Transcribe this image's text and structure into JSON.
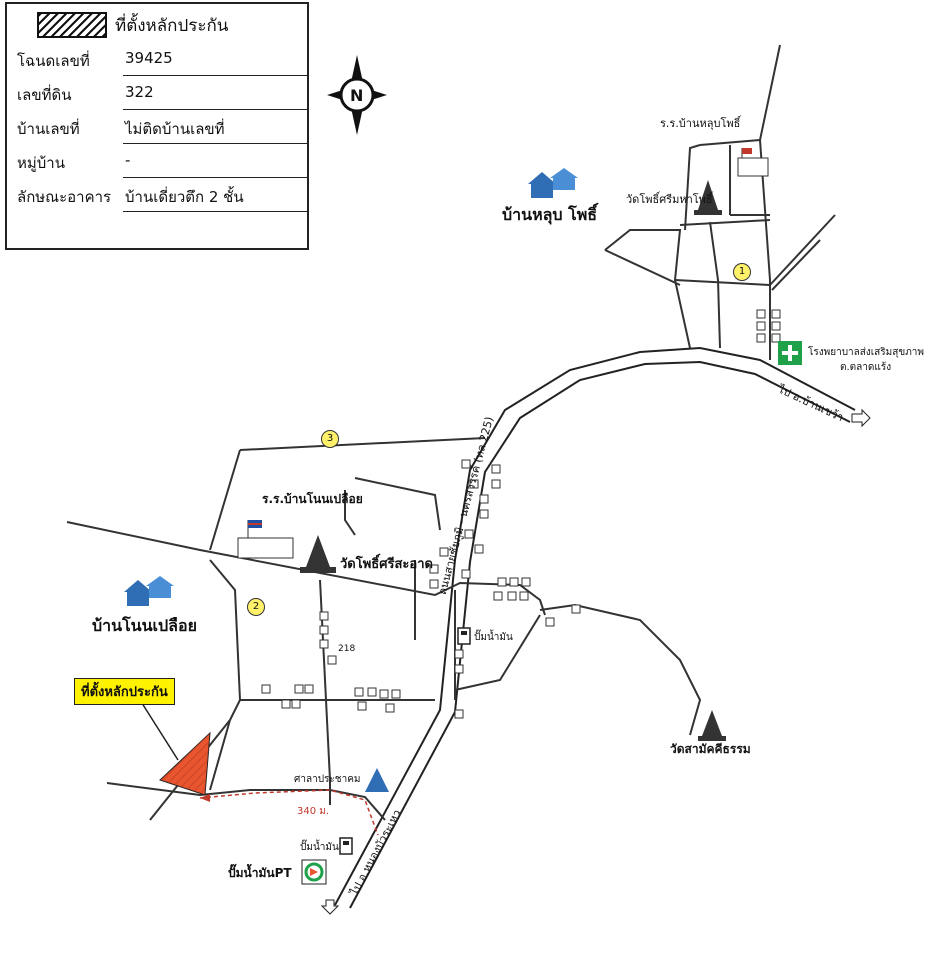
{
  "legend": {
    "label": "ที่ตั้งหลักประกัน"
  },
  "info_rows": [
    {
      "key": "โฉนดเลขที่",
      "value": "39425"
    },
    {
      "key": "เลขที่ดิน",
      "value": "322"
    },
    {
      "key": "บ้านเลขที่",
      "value": "ไม่ติดบ้านเลขที่"
    },
    {
      "key": "หมู่บ้าน",
      "value": "-"
    },
    {
      "key": "ลักษณะอาคาร",
      "value": "บ้านเดี่ยวตึก 2 ชั้น"
    }
  ],
  "compass": "N",
  "places": {
    "school_north": "ร.ร.บ้านหลุบโพธิ์",
    "temple_north": "วัดโพธิ์ศรีมหาโพธิ์",
    "village_north": "บ้านหลุบ โพธิ์",
    "hospital": "โรงพยาบาลส่งเสริมสุขภาพ",
    "hospital_sub": "ต.ตลาดแร้ง",
    "to_east": "ไป อ.บ้านเขว้า",
    "highway": "ถนนสายชัยภูมิ - นครสวรรค์ (ทล.225)",
    "school_mid": "ร.ร.บ้านโนนเปลือย",
    "temple_mid": "วัดโพธิ์ศรีสะอาด",
    "village_mid": "บ้านโนนเปลือย",
    "house_no": "218",
    "gas_mid": "ปั๊มน้ำมัน",
    "temple_east": "วัดสามัคคีธรรม",
    "collateral_marker": "ที่ตั้งหลักประกัน",
    "pavilion": "ศาลาประชาคม",
    "distance": "340 ม.",
    "gas_south": "ปั๊มน้ำมัน",
    "gas_pt": "ปั๊มน้ำมันPT",
    "to_south": "ไป อ.หนองบัวระเหว"
  },
  "markers": [
    "1",
    "2",
    "3"
  ],
  "icons": [
    "compass-icon",
    "house-icon",
    "temple-icon",
    "school-flag-icon",
    "hospital-icon",
    "gas-pump-icon",
    "pt-logo-icon",
    "tent-icon"
  ],
  "colors": {
    "collateral": "#e8552f",
    "distance_line": "#c0392b",
    "hospital": "#1fa14a",
    "house": "#2f6db5",
    "marker": "#fff200"
  }
}
